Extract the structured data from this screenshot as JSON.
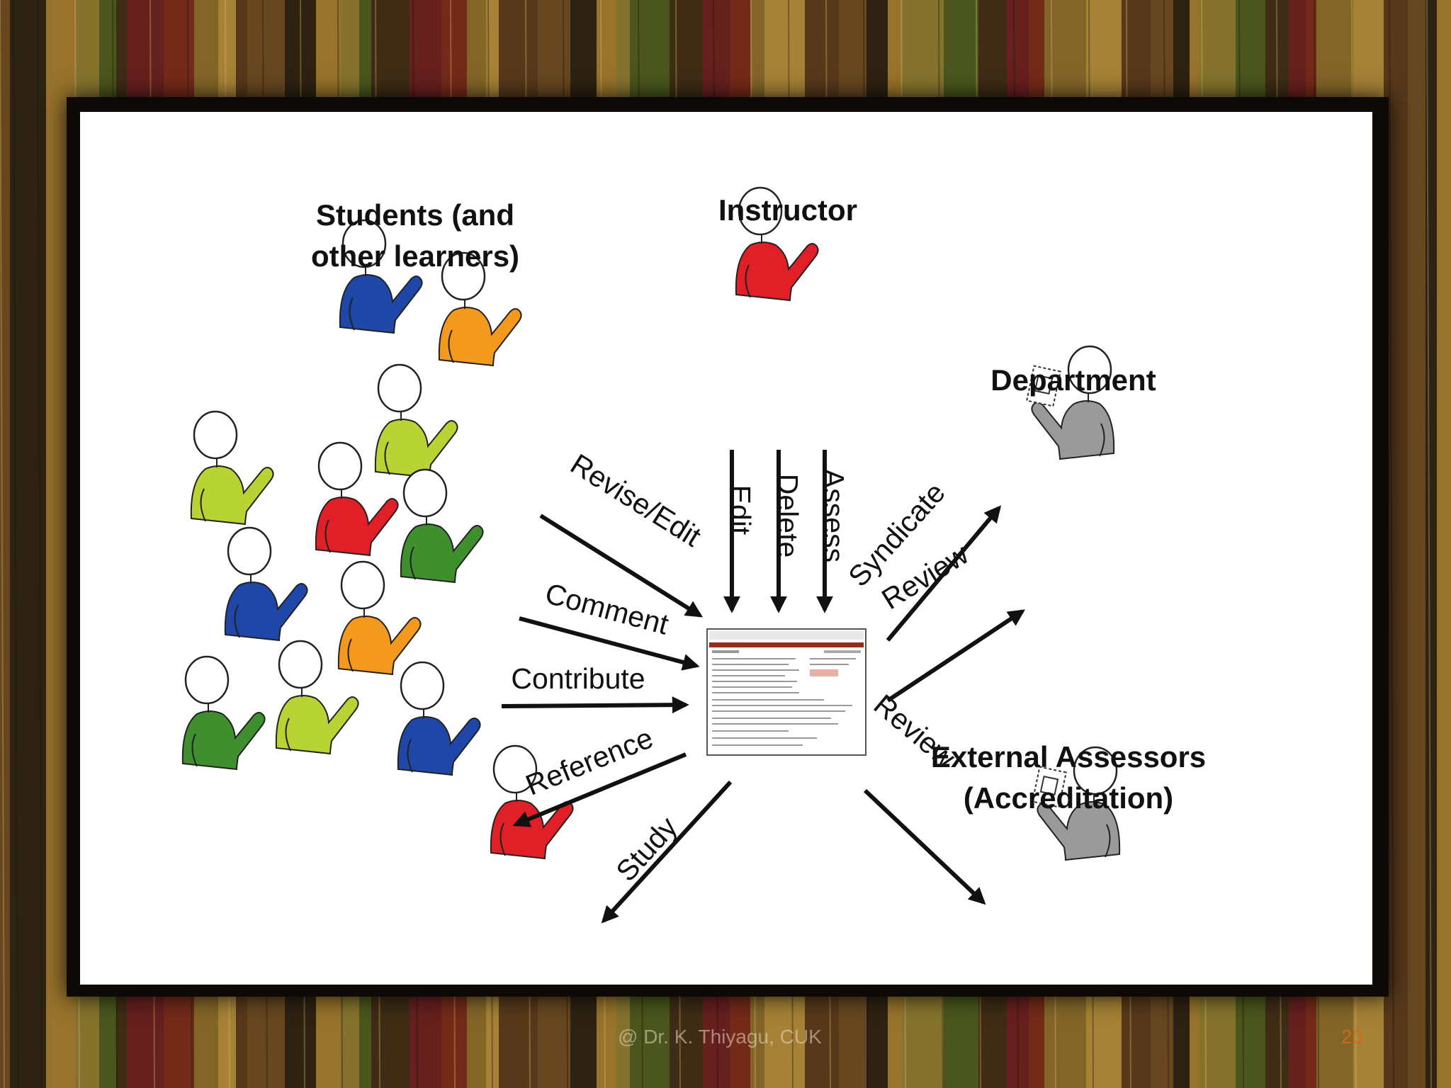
{
  "groups": {
    "students": [
      "Students (and",
      "other learners)"
    ],
    "instructor": "Instructor",
    "department": "Department",
    "assessors": [
      "External Assessors",
      "(Accreditation)"
    ]
  },
  "actions": {
    "revise_edit": "Revise/Edit",
    "comment": "Comment",
    "contribute": "Contribute",
    "reference": "Reference",
    "study": "Study",
    "edit": "Edit",
    "delete": "Delete",
    "assess": "Assess",
    "syndicate": "Syndicate",
    "review_department": "Review",
    "review_assessors": "Review"
  },
  "footer": {
    "credit": "@ Dr. K. Thiyagu, CUK",
    "slide_number": "20"
  },
  "colors": {
    "red": "#e01f26",
    "blue": "#1f47a8",
    "orange": "#f39a1e",
    "lime": "#b7d334",
    "green": "#3f8f2f",
    "gray": "#9a9a9a",
    "accent_brown": "#9b2a1c"
  }
}
